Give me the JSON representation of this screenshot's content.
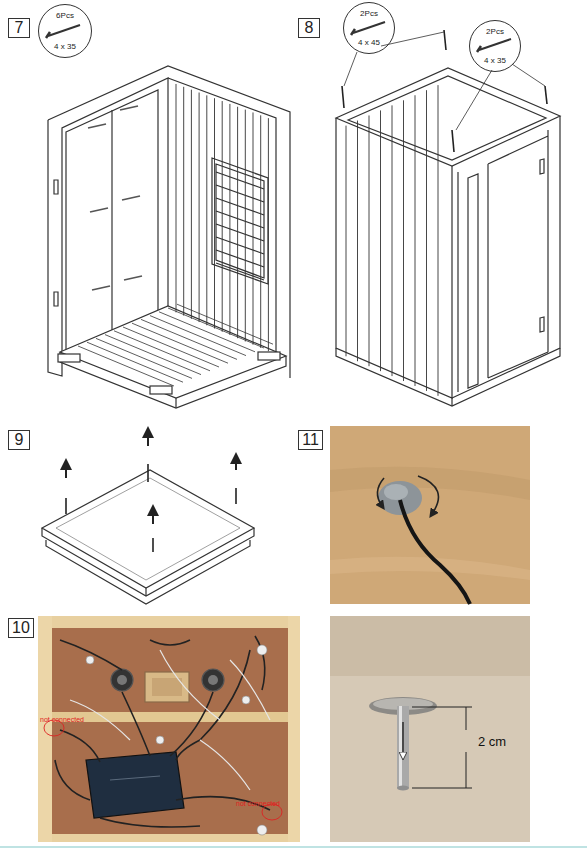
{
  "diagram": {
    "nodes": [
      {
        "text": [
          "7"
        ]
      },
      {
        "text": [
          "6Pcs",
          "4 x 35"
        ]
      },
      {
        "text": [
          "8"
        ]
      },
      {
        "text": [
          "2Pcs",
          "4 x 45"
        ]
      },
      {
        "text": [
          "2Pcs",
          "4 x 35"
        ]
      },
      {
        "text": [
          "9"
        ]
      },
      {
        "text": [
          "11"
        ]
      },
      {
        "text": [
          "10"
        ]
      }
    ],
    "labels": [
      "2 cm",
      "not connected",
      "not connected"
    ]
  }
}
